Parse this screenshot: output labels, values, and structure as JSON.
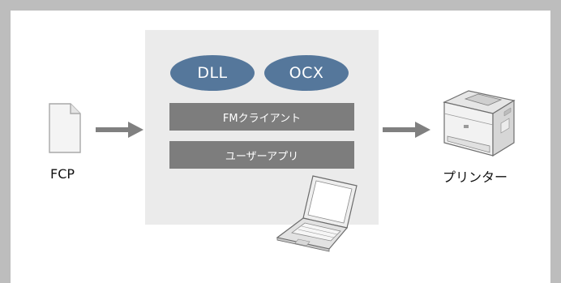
{
  "diagram": {
    "file_label": "FCP",
    "printer_label": "プリンター",
    "components": {
      "dll": "DLL",
      "ocx": "OCX",
      "fm_client": "FMクライアント",
      "user_app": "ユーザーアプリ"
    }
  },
  "colors": {
    "frame": "#bdbdbd",
    "panel": "#ebebeb",
    "oval": "#55779b",
    "bar": "#7d7d7d",
    "arrow": "#808080"
  },
  "icons": [
    "document-icon",
    "arrow-right-icon",
    "laptop-icon",
    "printer-icon"
  ]
}
